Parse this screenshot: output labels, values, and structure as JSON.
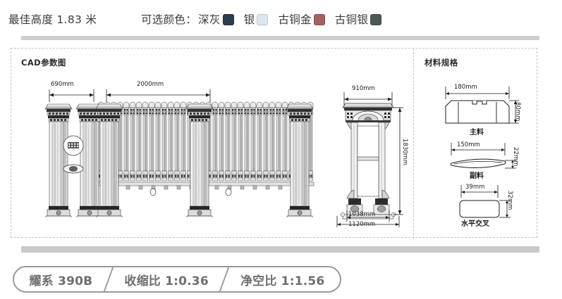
{
  "header": {
    "best_height_label": "最佳高度 1.83 米",
    "colors_label": "可选颜色：",
    "swatches": [
      {
        "name": "深灰",
        "hex": "#2d3c4f"
      },
      {
        "name": "银",
        "hex": "#dde6f0"
      },
      {
        "name": "古铜金",
        "hex": "#a5615f"
      },
      {
        "name": "古铜银",
        "hex": "#4b5a54"
      }
    ]
  },
  "panel": {
    "cad_title": "CAD参数图",
    "material_title": "材料规格"
  },
  "front_view": {
    "dims": {
      "column_width": "690mm",
      "span_width": "2000mm"
    }
  },
  "side_view": {
    "dims": {
      "top_width": "910mm",
      "height": "1830mm",
      "base_inner": "1038mm",
      "base_outer": "1120mm"
    }
  },
  "materials": [
    {
      "name": "主料",
      "width": "180mm",
      "height": "80mm"
    },
    {
      "name": "副料",
      "width": "150mm",
      "height": "22mm"
    },
    {
      "name": "水平交叉",
      "width": "39mm",
      "height": "32mm"
    }
  ],
  "footer": {
    "model": "耀系 390B",
    "contraction_ratio": "收缩比 1:0.36",
    "clearance_ratio": "净空比 1:1.56"
  }
}
